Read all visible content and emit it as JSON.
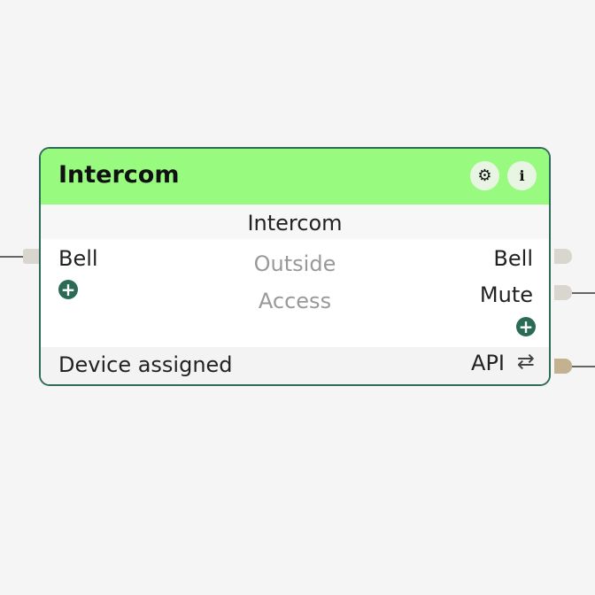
{
  "node": {
    "title": "Intercom",
    "subtitle": "Intercom",
    "inputs": [
      {
        "label": "Bell"
      }
    ],
    "outputs": [
      {
        "label": "Bell"
      },
      {
        "label": "Mute"
      }
    ],
    "center_lines": [
      "Outside",
      "Access"
    ],
    "footer": {
      "status": "Device assigned",
      "api_label": "API"
    },
    "colors": {
      "header": "#98fb7f",
      "border": "#2e6b58",
      "add_button": "#2b6a55"
    }
  },
  "icons": {
    "settings": "gear-icon",
    "info": "info-icon",
    "add": "plus-icon",
    "api": "swap-arrows-icon"
  }
}
